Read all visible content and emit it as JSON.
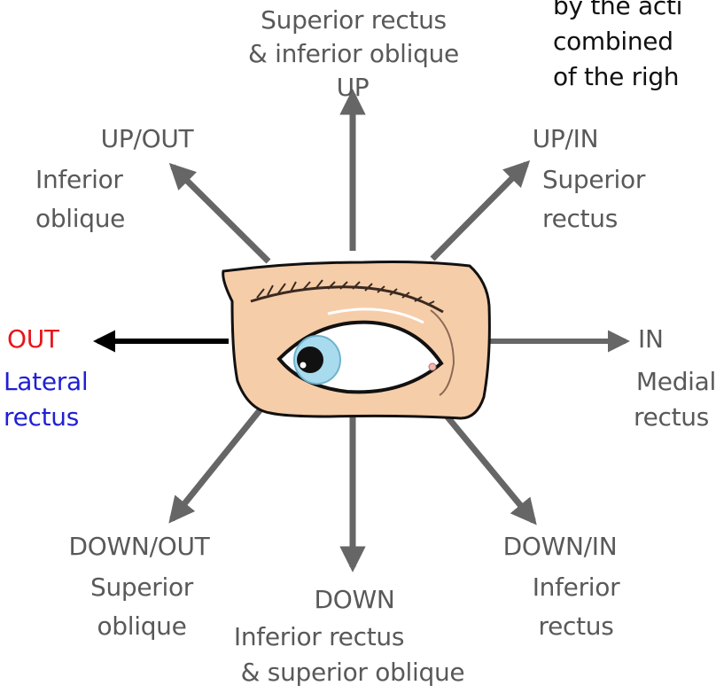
{
  "corner_note": {
    "lines": [
      "by the acti",
      "combined",
      "of the righ"
    ]
  },
  "directions": {
    "up": {
      "direction": "UP",
      "muscle_line1": "Superior rectus",
      "muscle_line2": "& inferior oblique"
    },
    "up_out": {
      "direction": "UP/OUT",
      "muscle_line1": "Inferior",
      "muscle_line2": "oblique"
    },
    "up_in": {
      "direction": "UP/IN",
      "muscle_line1": "Superior",
      "muscle_line2": "rectus"
    },
    "out": {
      "direction": "OUT",
      "muscle_line1": "Lateral",
      "muscle_line2": "rectus"
    },
    "in": {
      "direction": "IN",
      "muscle_line1": "Medial",
      "muscle_line2": "rectus"
    },
    "down_out": {
      "direction": "DOWN/OUT",
      "muscle_line1": "Superior",
      "muscle_line2": "oblique"
    },
    "down": {
      "direction": "DOWN",
      "muscle_line1": "Inferior rectus",
      "muscle_line2": "& superior oblique"
    },
    "down_in": {
      "direction": "DOWN/IN",
      "muscle_line1": "Inferior",
      "muscle_line2": "rectus"
    }
  },
  "colors": {
    "arrow_gray": "#666666",
    "arrow_black": "#000000",
    "skin": "#f6cda9",
    "iris": "#a8dbee",
    "out_label": "#e8141a",
    "lateral_label": "#1f1fd6"
  }
}
